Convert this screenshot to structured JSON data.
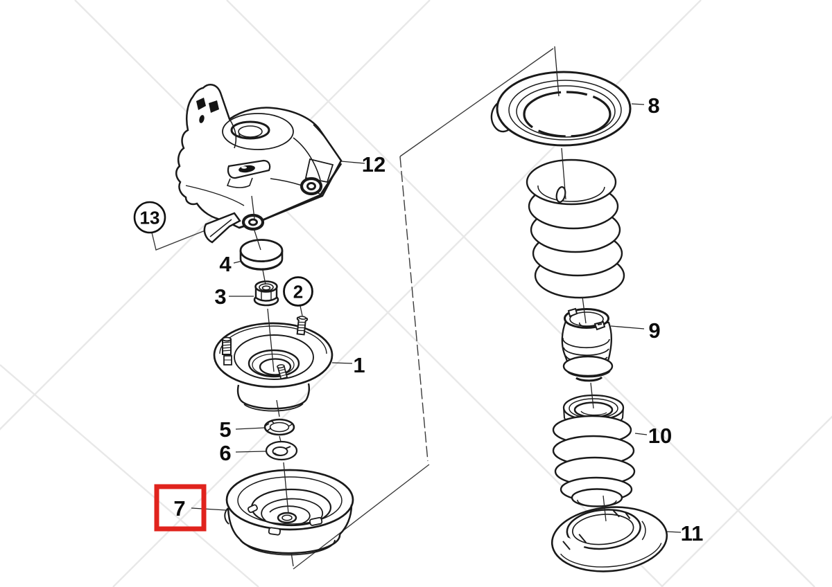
{
  "diagram": {
    "type": "exploded-parts-diagram",
    "highlighted_part": "7",
    "highlight_color": "#e0231d",
    "line_color": "#1a1a1a",
    "background_color": "#ffffff",
    "labels": [
      {
        "id": "1",
        "style": "plain"
      },
      {
        "id": "2",
        "style": "circled"
      },
      {
        "id": "3",
        "style": "plain"
      },
      {
        "id": "4",
        "style": "plain"
      },
      {
        "id": "5",
        "style": "plain"
      },
      {
        "id": "6",
        "style": "plain"
      },
      {
        "id": "7",
        "style": "boxed-highlight"
      },
      {
        "id": "8",
        "style": "plain"
      },
      {
        "id": "9",
        "style": "plain"
      },
      {
        "id": "10",
        "style": "plain"
      },
      {
        "id": "11",
        "style": "plain"
      },
      {
        "id": "12",
        "style": "plain"
      },
      {
        "id": "13",
        "style": "circled"
      }
    ]
  }
}
